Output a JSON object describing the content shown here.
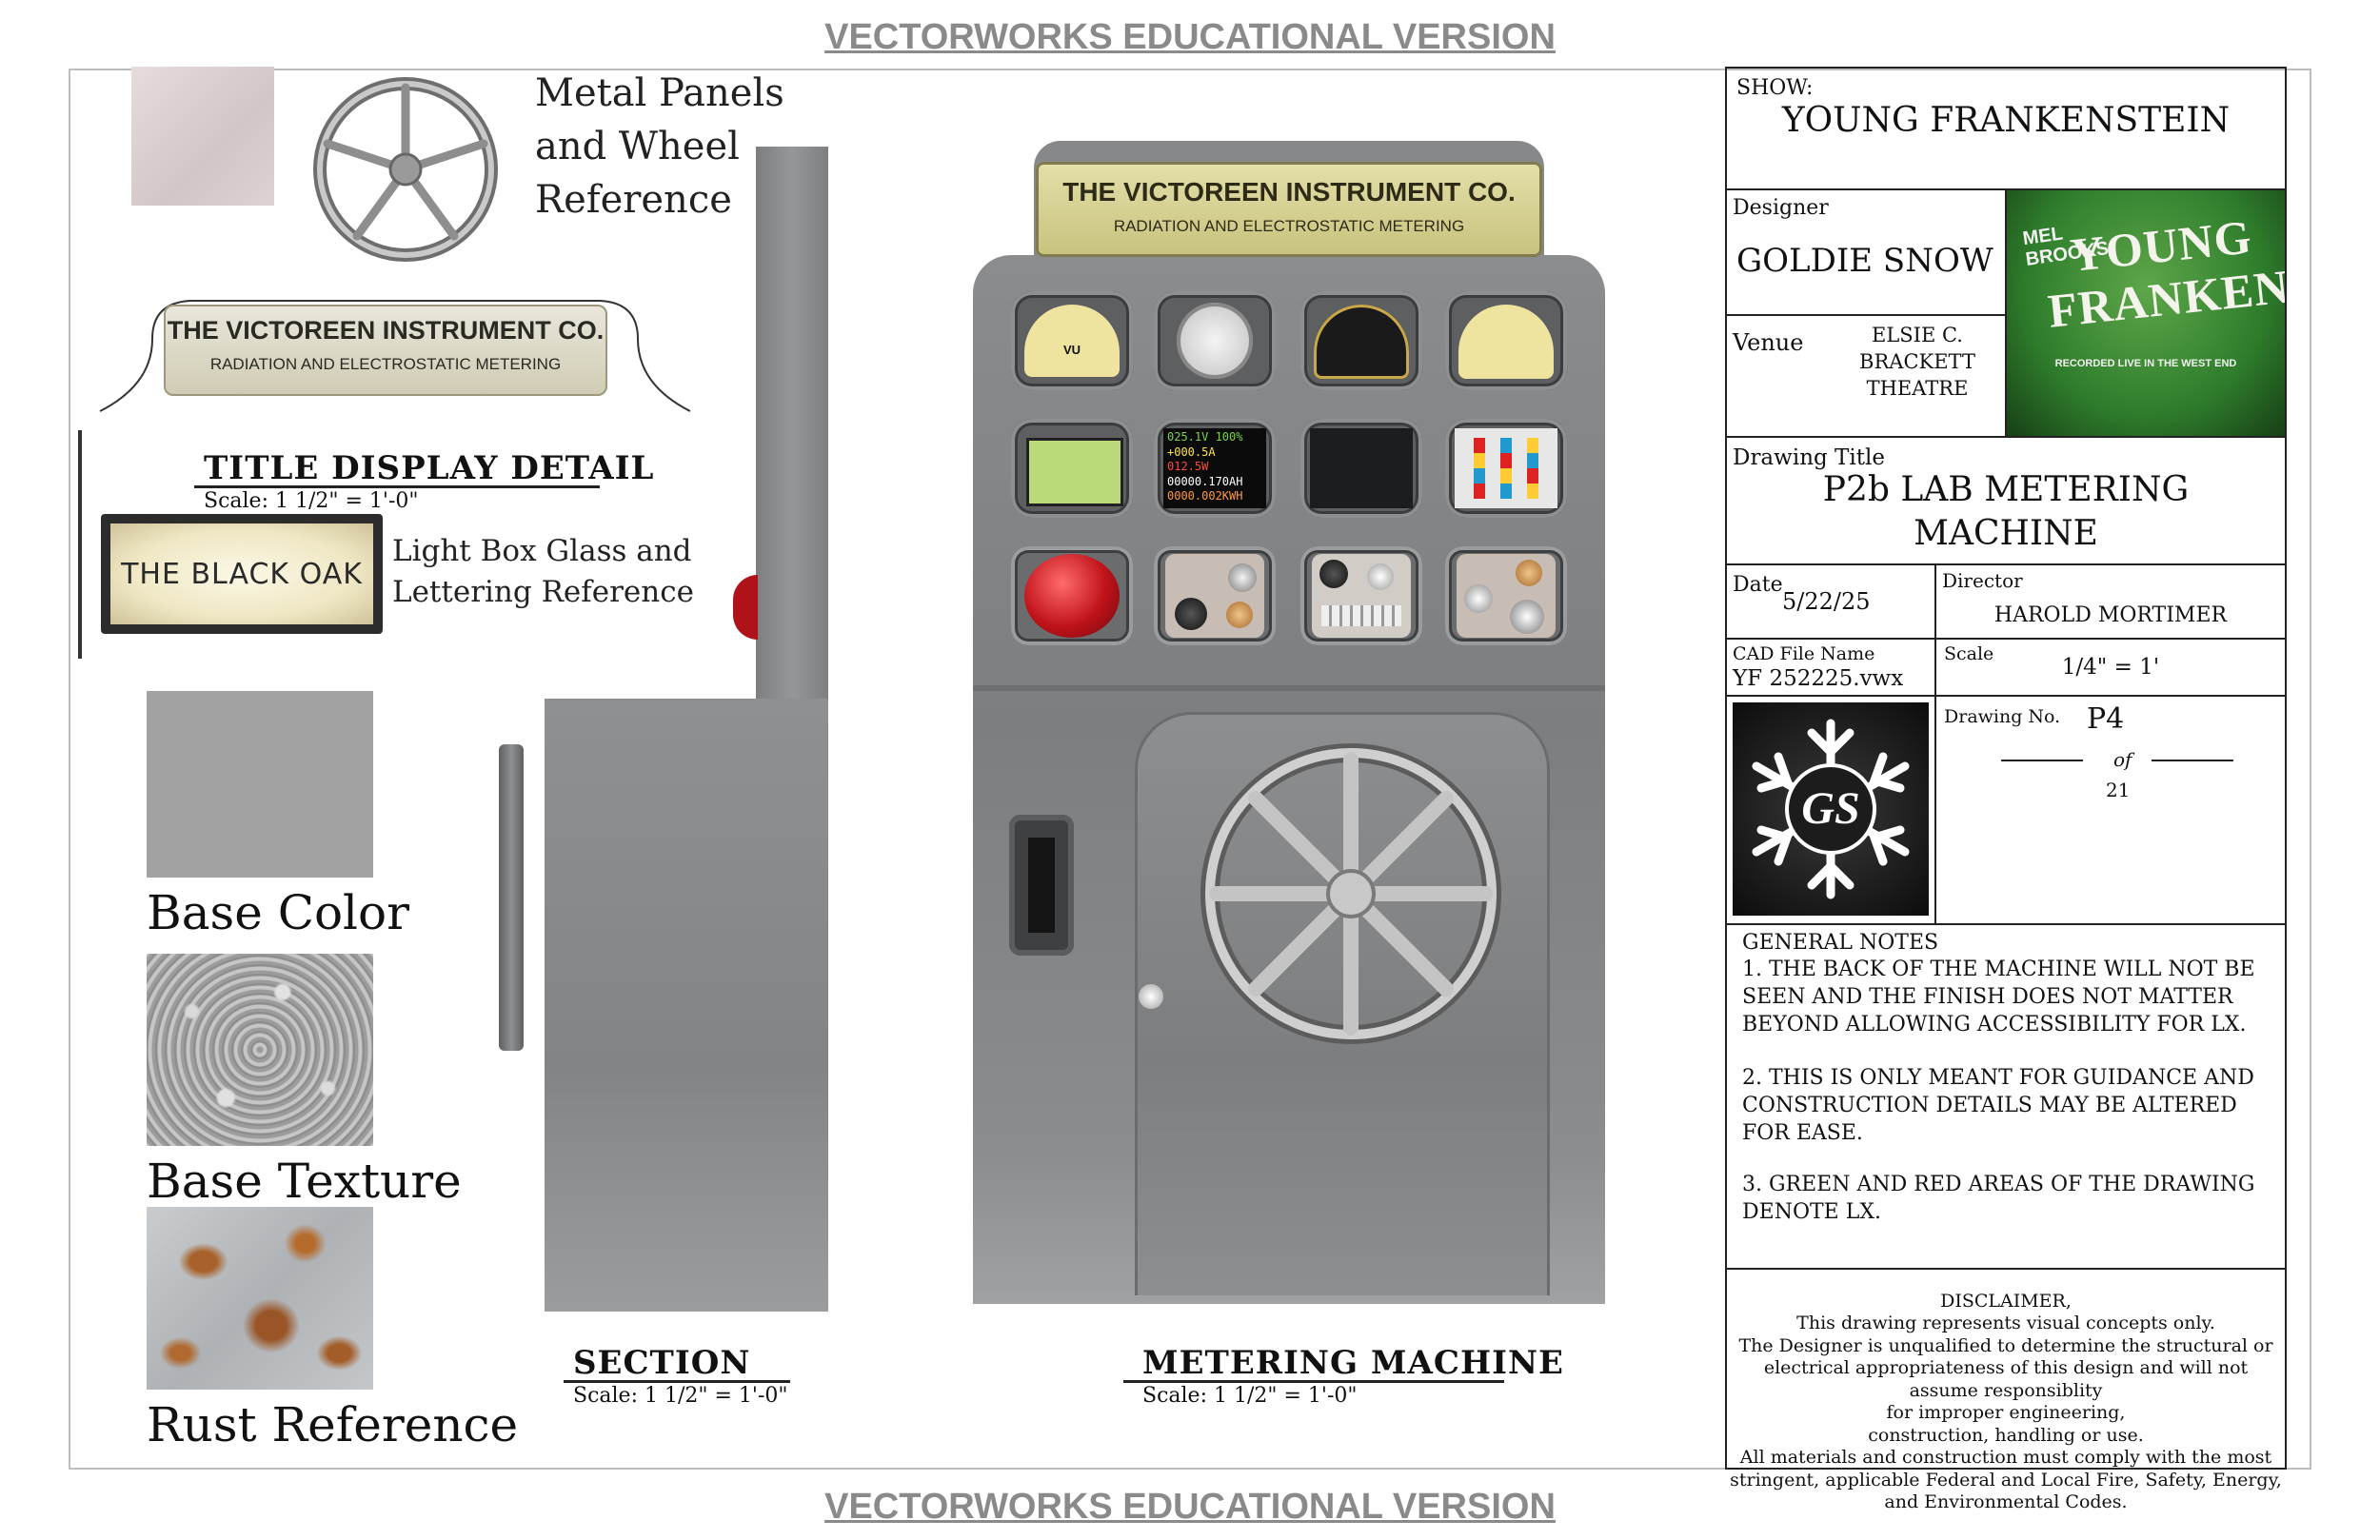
{
  "watermark": "VECTORWORKS EDUCATIONAL VERSION",
  "references": {
    "metal_panels_label": "Metal Panels\nand Wheel\nReference",
    "light_box_label": "Light Box Glass and\nLettering Reference",
    "light_box_sign_text": "THE BLACK OAK",
    "base_color_label": "Base Color",
    "base_texture_label": "Base Texture",
    "rust_label": "Rust Reference"
  },
  "title_display": {
    "company": "THE VICTOREEN INSTRUMENT CO.",
    "subtitle": "RADIATION AND ELECTROSTATIC METERING",
    "view_title": "TITLE DISPLAY DETAIL",
    "scale": "Scale: 1 1/2\" = 1'-0\""
  },
  "section_view": {
    "title": "SECTION",
    "scale": "Scale: 1 1/2\" = 1'-0\""
  },
  "machine_view": {
    "title": "METERING MACHINE",
    "scale": "Scale: 1 1/2\" = 1'-0\"",
    "company": "THE VICTOREEN INSTRUMENT CO.",
    "subtitle": "RADIATION AND ELECTROSTATIC METERING",
    "vu_label": "VU",
    "display_lines": [
      "025.1V 100%",
      "+000.5A",
      "012.5W",
      "00000.170AH",
      "0000.002KWH"
    ]
  },
  "title_block": {
    "show_label": "SHOW:",
    "show": "YOUNG FRANKENSTEIN",
    "designer_label": "Designer",
    "designer": "GOLDIE SNOW",
    "venue_label": "Venue",
    "venue": "ELSIE C.\nBRACKETT\nTHEATRE",
    "logo_top": "MEL\nBROOKS",
    "logo_main": "YOUNG\nFRANKENSTEIN",
    "logo_sub": "RECORDED LIVE IN THE WEST END",
    "drawing_title_label": "Drawing Title",
    "drawing_title": "P2b LAB METERING\nMACHINE",
    "date_label": "Date",
    "date": "5/22/25",
    "director_label": "Director",
    "director": "HAROLD MORTIMER",
    "cad_label": "CAD File Name",
    "cad_file": "YF 252225.vwx",
    "scale_label": "Scale",
    "scale": "1/4\" = 1'",
    "drawing_no_label": "Drawing No.",
    "drawing_no": "P4",
    "of_label": "of",
    "total": "21",
    "designer_logo": "GS",
    "notes_title": "GENERAL NOTES",
    "notes": [
      "1. THE BACK OF THE MACHINE WILL NOT BE SEEN AND THE FINISH DOES NOT MATTER BEYOND ALLOWING ACCESSIBILITY FOR LX.",
      "2. THIS IS ONLY MEANT FOR GUIDANCE AND CONSTRUCTION DETAILS MAY BE ALTERED FOR EASE.",
      "3. GREEN AND RED AREAS OF THE DRAWING DENOTE LX."
    ],
    "disclaimer_title": "DISCLAIMER,",
    "disclaimer": "This drawing represents visual concepts only.\nThe Designer is unqualified to determine the structural or\nelectrical appropriateness of this design and will not\nassume responsiblity\nfor improper engineering,\nconstruction, handling or use.\nAll materials and construction must comply with the most\nstringent, applicable Federal and Local Fire, Safety, Energy,\nand Environmental Codes."
  },
  "colors": {
    "machine_gray": "#86888a",
    "plaque_yellow": "#d8d29a",
    "lx_red": "#c0121a",
    "lx_green": "#7fd14a",
    "logo_green": "#2f7d2c"
  }
}
